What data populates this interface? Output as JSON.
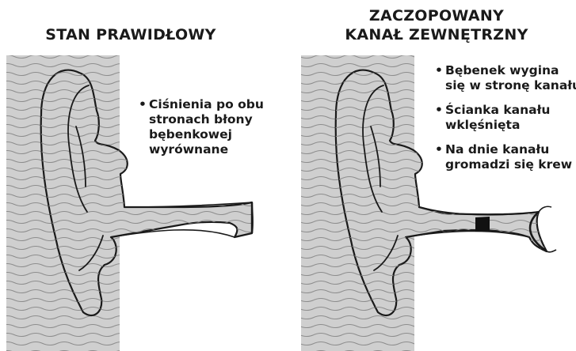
{
  "panels": [
    {
      "title_lines": [
        "STAN PRAWIDŁOWY"
      ],
      "notes": [
        {
          "lines": [
            "Ciśnienia po obu",
            "stronach błony",
            "bębenkowej",
            "wyrównane"
          ]
        }
      ]
    },
    {
      "title_lines": [
        "ZACZOPOWANY",
        "KANAŁ ZEWNĘTRZNY"
      ],
      "notes": [
        {
          "lines": [
            "Bębenek wygina",
            "się w stronę kanału"
          ]
        },
        {
          "lines": [
            "Ścianka kanału",
            "wklęśnięta"
          ]
        },
        {
          "lines": [
            "Na dnie kanału",
            "gromadzi się krew"
          ]
        }
      ]
    }
  ],
  "colors": {
    "head_fill": "#cfcfcf",
    "wave_line": "#8d8d8d",
    "outline": "#1a1a1a",
    "text": "#1a1a1a",
    "blood_plug": "#111111"
  }
}
